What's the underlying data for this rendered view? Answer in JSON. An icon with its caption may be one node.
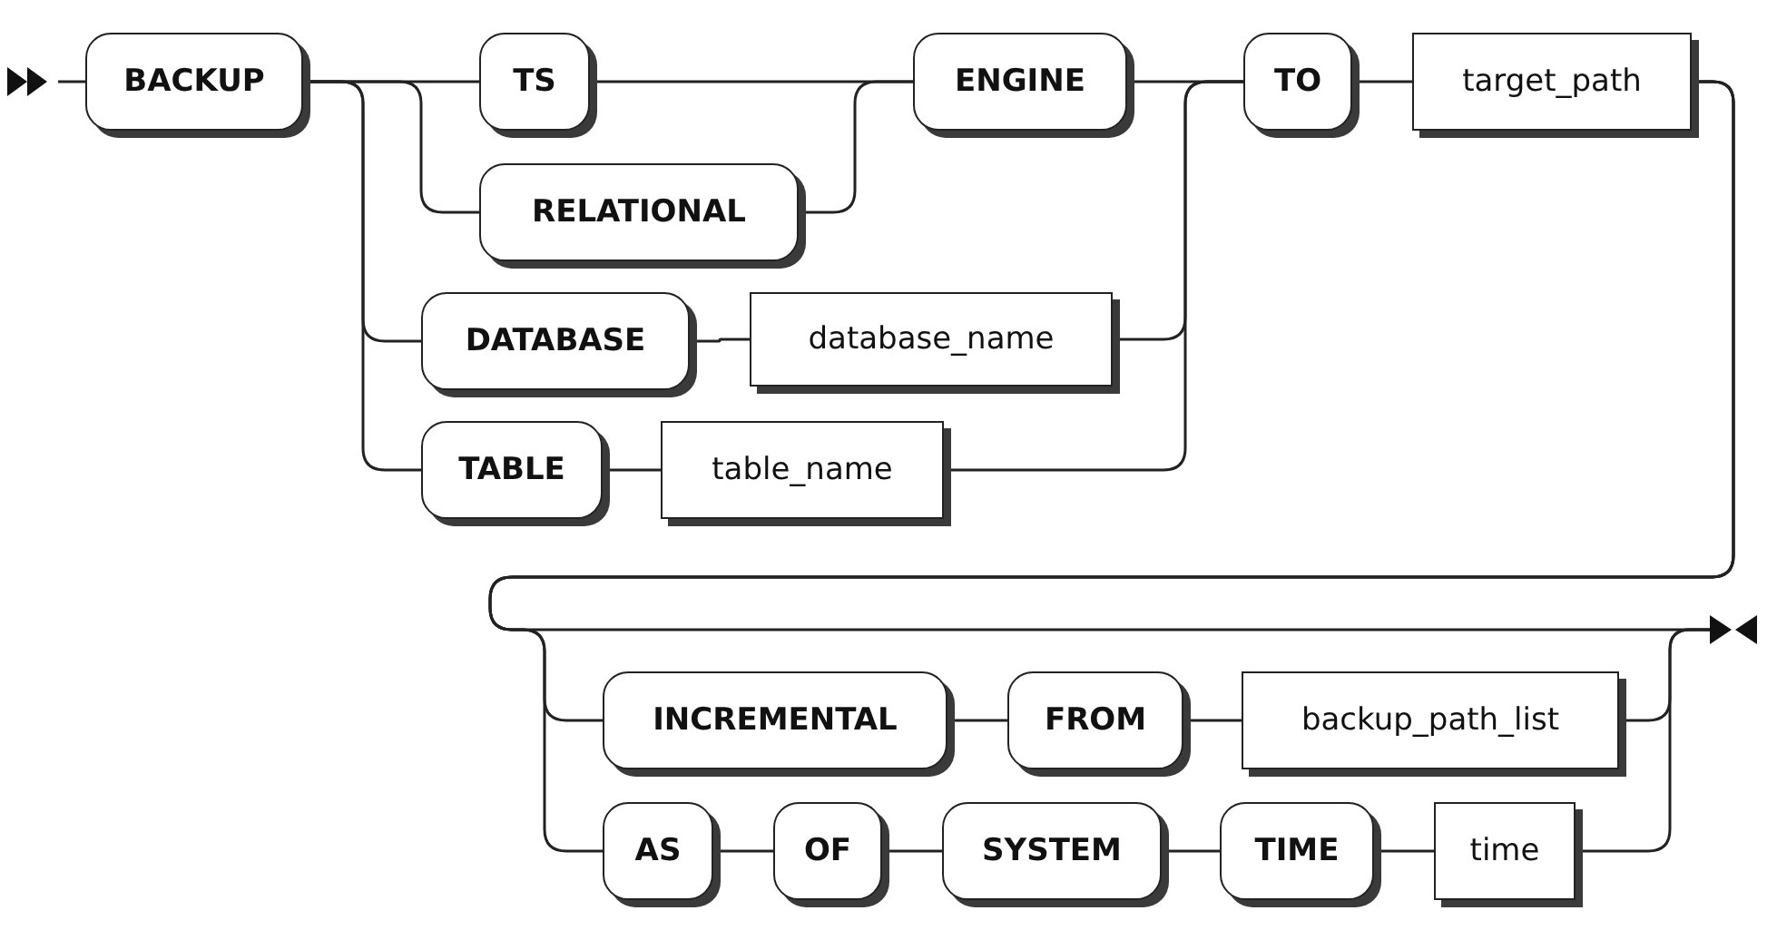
{
  "diagram": {
    "nodes": [
      {
        "text": [],
        "shape": "triangle"
      },
      {
        "text": [
          "BACKUP"
        ]
      },
      {
        "text": [
          "TS"
        ]
      },
      {
        "text": [
          "RELATIONAL"
        ]
      },
      {
        "text": [
          "ENGINE"
        ]
      },
      {
        "text": [
          "DATABASE"
        ]
      },
      {
        "text": [
          "database_name"
        ]
      },
      {
        "text": [
          "TABLE"
        ]
      },
      {
        "text": [
          "table_name"
        ]
      },
      {
        "text": [
          "TO"
        ]
      },
      {
        "text": [
          "target_path"
        ]
      },
      {
        "text": [
          "INCREMENTAL"
        ]
      },
      {
        "text": [
          "FROM"
        ]
      },
      {
        "text": [
          "backup_path_list"
        ]
      },
      {
        "text": [
          "AS"
        ]
      },
      {
        "text": [
          "OF"
        ]
      },
      {
        "text": [
          "SYSTEM"
        ]
      },
      {
        "text": [
          "TIME"
        ]
      },
      {
        "text": [
          "time"
        ]
      },
      {
        "text": [],
        "shape": "triangle"
      }
    ],
    "edges": [
      {
        "from": 0,
        "to": 1,
        "arrow": "none"
      },
      {
        "from": 1,
        "to": 2,
        "arrow": "none"
      },
      {
        "from": 1,
        "to": 3,
        "arrow": "none"
      },
      {
        "from": 1,
        "to": 5,
        "arrow": "none"
      },
      {
        "from": 1,
        "to": 7,
        "arrow": "none"
      },
      {
        "from": 2,
        "to": 4,
        "arrow": "none"
      },
      {
        "from": 3,
        "to": 4,
        "arrow": "none"
      },
      {
        "from": 4,
        "to": 9,
        "arrow": "none"
      },
      {
        "from": 5,
        "to": 6,
        "arrow": "none"
      },
      {
        "from": 6,
        "to": 9,
        "arrow": "none"
      },
      {
        "from": 7,
        "to": 8,
        "arrow": "none"
      },
      {
        "from": 8,
        "to": 9,
        "arrow": "none"
      },
      {
        "from": 9,
        "to": 10,
        "arrow": "none"
      },
      {
        "from": 10,
        "to": 19,
        "arrow": "none"
      },
      {
        "from": 10,
        "to": 11,
        "arrow": "none"
      },
      {
        "from": 10,
        "to": 14,
        "arrow": "none"
      },
      {
        "from": 11,
        "to": 12,
        "arrow": "none"
      },
      {
        "from": 12,
        "to": 13,
        "arrow": "none"
      },
      {
        "from": 13,
        "to": 19,
        "arrow": "none"
      },
      {
        "from": 14,
        "to": 15,
        "arrow": "none"
      },
      {
        "from": 15,
        "to": 16,
        "arrow": "none"
      },
      {
        "from": 16,
        "to": 17,
        "arrow": "none"
      },
      {
        "from": 17,
        "to": 18,
        "arrow": "none"
      },
      {
        "from": 18,
        "to": 19,
        "arrow": "none"
      }
    ]
  }
}
